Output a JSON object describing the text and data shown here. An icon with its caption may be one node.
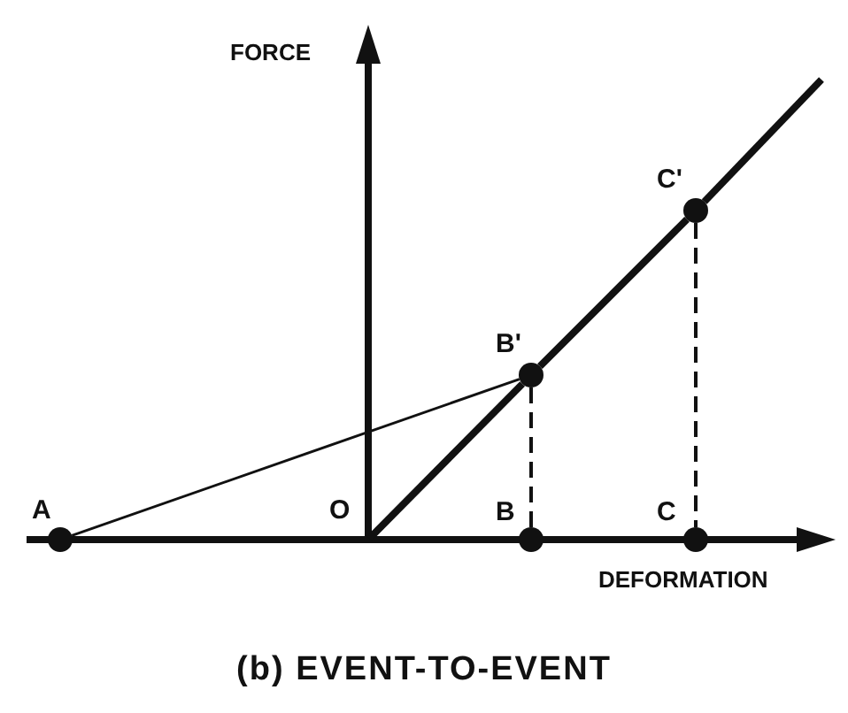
{
  "diagram": {
    "caption": "(b) EVENT-TO-EVENT",
    "nodes": [
      {
        "text": [
          "A"
        ]
      },
      {
        "text": [
          "O"
        ]
      },
      {
        "text": [
          "B"
        ]
      },
      {
        "text": [
          "C"
        ]
      },
      {
        "text": [
          "B'"
        ]
      },
      {
        "text": [
          "C'"
        ]
      }
    ],
    "edges": [
      {
        "from": 0,
        "to": 4,
        "arrow": "none"
      },
      {
        "from": 1,
        "to": 4,
        "arrow": "none",
        "style": "thick"
      },
      {
        "from": 4,
        "to": 5,
        "arrow": "none",
        "style": "thick"
      },
      {
        "from": 5,
        "to": null,
        "arrow": "none",
        "style": "thick"
      },
      {
        "from": 4,
        "to": 2,
        "arrow": "none",
        "style": "dashed"
      },
      {
        "from": 5,
        "to": 3,
        "arrow": "none",
        "style": "dashed"
      }
    ],
    "labels": [
      "FORCE",
      "DEFORMATION"
    ]
  }
}
